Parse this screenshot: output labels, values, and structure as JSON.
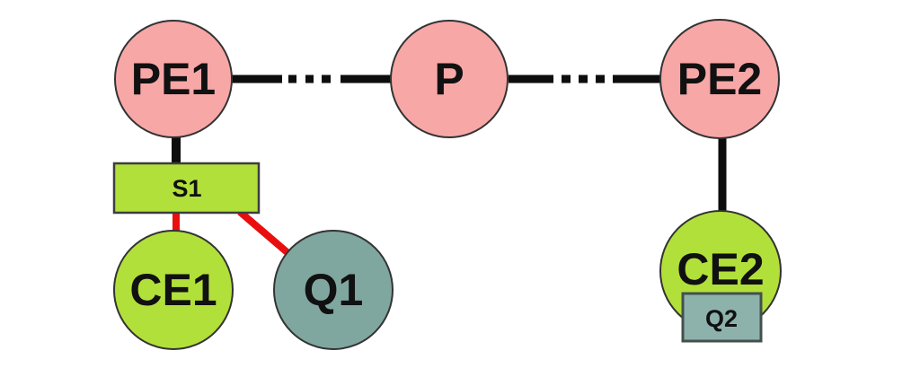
{
  "diagram": {
    "type": "network-topology",
    "nodes": {
      "pe1": {
        "label": "PE1",
        "role": "provider-edge-router",
        "shape": "circle"
      },
      "p": {
        "label": "P",
        "role": "provider-core-router",
        "shape": "circle"
      },
      "pe2": {
        "label": "PE2",
        "role": "provider-edge-router",
        "shape": "circle"
      },
      "s1": {
        "label": "S1",
        "role": "switch",
        "shape": "rectangle"
      },
      "ce1": {
        "label": "CE1",
        "role": "customer-edge",
        "shape": "circle"
      },
      "q1": {
        "label": "Q1",
        "role": "device",
        "shape": "circle"
      },
      "ce2": {
        "label": "CE2",
        "role": "customer-edge",
        "shape": "circle"
      },
      "q2": {
        "label": "Q2",
        "role": "device",
        "shape": "rectangle"
      }
    },
    "links": [
      {
        "from": "PE1",
        "to": "P",
        "style": "black-dash-dot"
      },
      {
        "from": "P",
        "to": "PE2",
        "style": "black-dash-dot"
      },
      {
        "from": "PE1",
        "to": "S1",
        "style": "black-solid"
      },
      {
        "from": "S1",
        "to": "CE1",
        "style": "red-solid"
      },
      {
        "from": "S1",
        "to": "Q1",
        "style": "red-solid"
      },
      {
        "from": "PE2",
        "to": "CE2",
        "style": "black-solid"
      }
    ]
  },
  "colors": {
    "background": "#ffffff",
    "provider_fill": "#f8a7a7",
    "ce_fill": "#b2e03a",
    "q1_fill": "#7fa7a0",
    "q2_fill": "#8db2ac",
    "link_black": "#0d0d0d",
    "link_red": "#ea0f0f"
  }
}
